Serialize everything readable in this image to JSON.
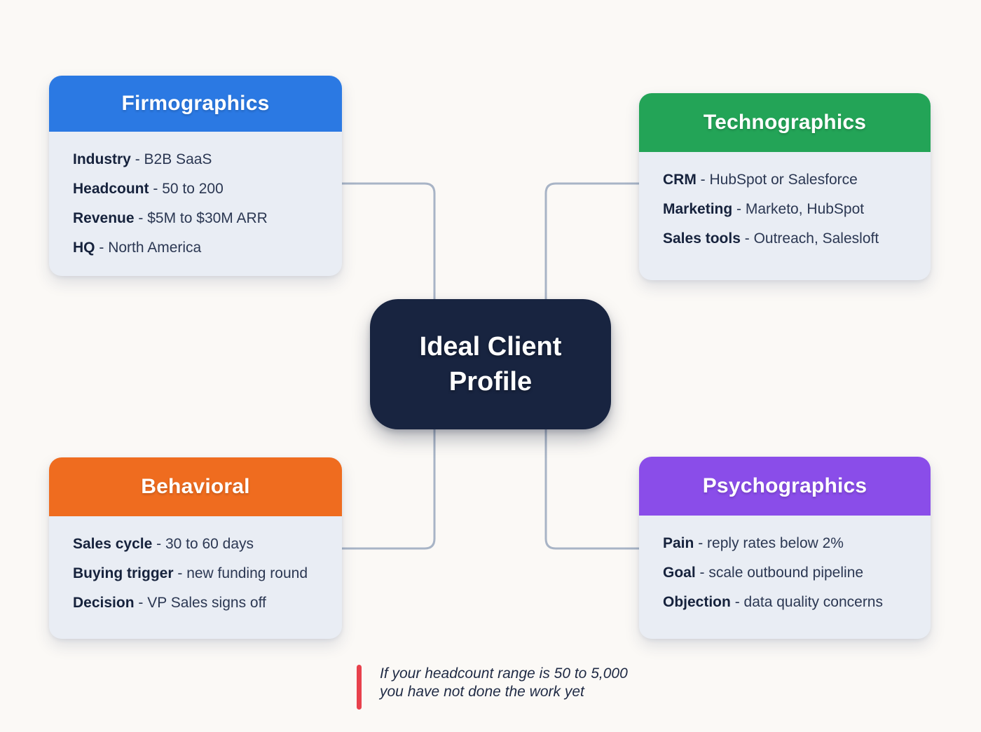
{
  "separator": "-",
  "colors": {
    "background": "#fbf9f6",
    "card_body": "#e9edf4",
    "center_node": "#182440",
    "connector": "#a8b4c6",
    "accent_bar": "#e8414c",
    "firmographics_header": "#2b79e3",
    "technographics_header": "#23a457",
    "behavioral_header": "#ef6c1f",
    "psychographics_header": "#8a4de9"
  },
  "center": {
    "title_line1": "Ideal Client",
    "title_line2": "Profile"
  },
  "cards": {
    "firmographics": {
      "title": "Firmographics",
      "header_color": "#2b79e3",
      "rows": [
        {
          "label": "Industry",
          "value": "B2B SaaS"
        },
        {
          "label": "Headcount",
          "value": "50 to 200"
        },
        {
          "label": "Revenue",
          "value": "$5M to $30M ARR"
        },
        {
          "label": "HQ",
          "value": "North America"
        }
      ]
    },
    "technographics": {
      "title": "Technographics",
      "header_color": "#23a457",
      "rows": [
        {
          "label": "CRM",
          "value": "HubSpot or Salesforce"
        },
        {
          "label": "Marketing",
          "value": "Marketo, HubSpot"
        },
        {
          "label": "Sales tools",
          "value": "Outreach, Salesloft"
        }
      ]
    },
    "behavioral": {
      "title": "Behavioral",
      "header_color": "#ef6c1f",
      "rows": [
        {
          "label": "Sales cycle",
          "value": "30 to 60 days"
        },
        {
          "label": "Buying trigger",
          "value": "new funding round"
        },
        {
          "label": "Decision",
          "value": "VP Sales signs off"
        }
      ]
    },
    "psychographics": {
      "title": "Psychographics",
      "header_color": "#8a4de9",
      "rows": [
        {
          "label": "Pain",
          "value": "reply rates below 2%"
        },
        {
          "label": "Goal",
          "value": "scale outbound pipeline"
        },
        {
          "label": "Objection",
          "value": "data quality concerns"
        }
      ]
    }
  },
  "note": {
    "line1": "If your headcount range is 50 to 5,000",
    "line2": "you have not done the work yet"
  }
}
